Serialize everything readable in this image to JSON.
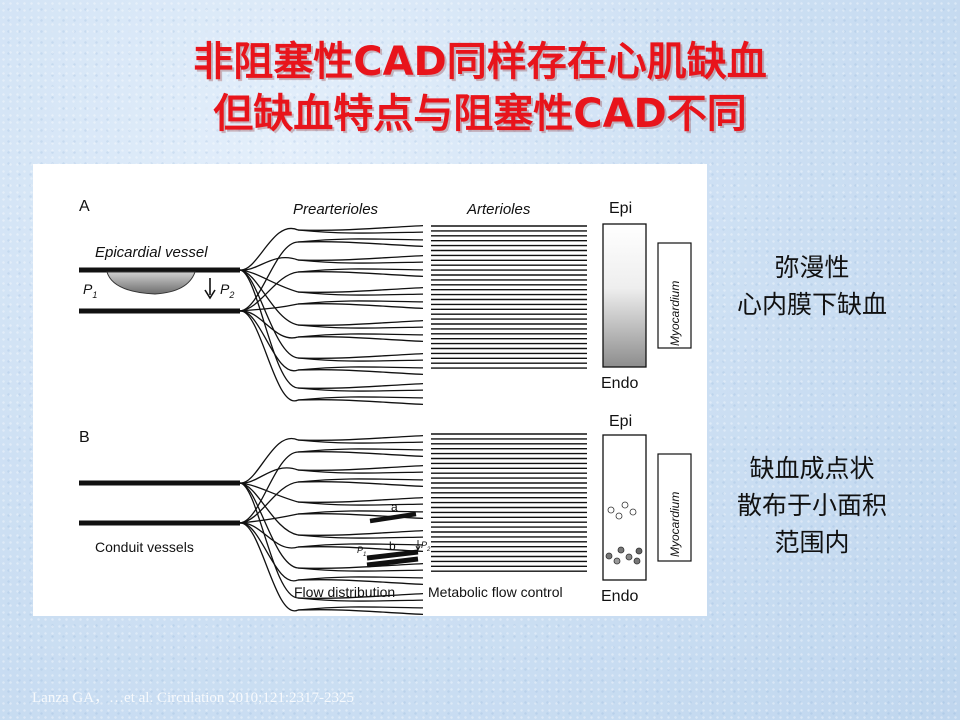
{
  "title_line1": "非阻塞性CAD同样存在心肌缺血",
  "title_line2": "但缺血特点与阻塞性CAD不同",
  "figure": {
    "panel_a": {
      "letter": "A",
      "vessel_label": "Epicardial vessel",
      "p1": "P",
      "p1_sub": "1",
      "p2": "P",
      "p2_sub": "2",
      "prearterioles": "Prearterioles",
      "arterioles": "Arterioles",
      "epi": "Epi",
      "endo": "Endo",
      "myocardium": "Myocardium"
    },
    "panel_b": {
      "letter": "B",
      "vessel_label": "Conduit vessels",
      "label_a": "a",
      "label_b": "b",
      "p1": "P",
      "p1_sub": "1",
      "p2": "P",
      "p2_sub": "2",
      "flow_distribution": "Flow distribution",
      "metabolic_flow_control": "Metabolic flow control",
      "epi": "Epi",
      "endo": "Endo",
      "myocardium": "Myocardium"
    }
  },
  "side_text_1": [
    "弥漫性",
    "心内膜下缺血"
  ],
  "side_text_2": [
    "缺血成点状",
    "散布于小面积",
    "范围内"
  ],
  "citation": "Lanza GA，…et al. Circulation 2010;121:2317-2325"
}
